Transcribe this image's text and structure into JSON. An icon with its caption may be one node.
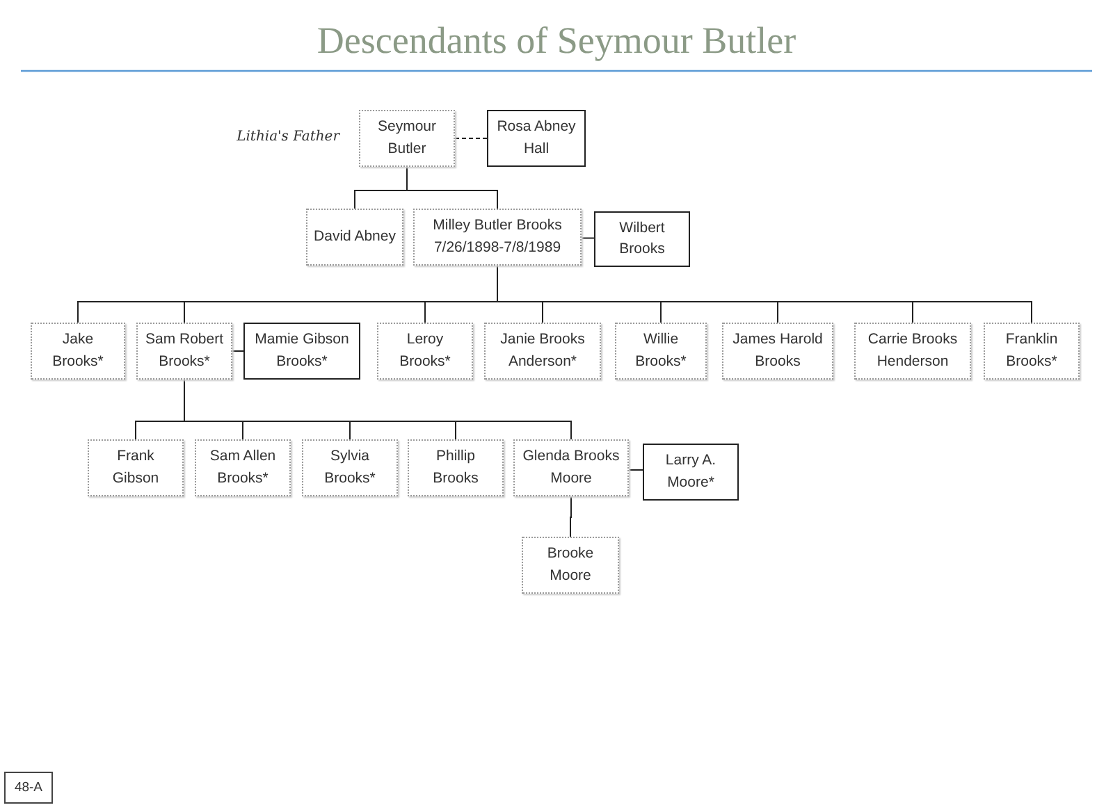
{
  "diagram": {
    "title": "Descendants of Seymour Butler",
    "nodes": [
      {
        "text": [
          "Seymour Butler"
        ],
        "beside": [
          "Lithia's Father"
        ]
      },
      {
        "text": [
          "Rosa Abney Hall"
        ]
      },
      {
        "text": [
          "David Abney"
        ]
      },
      {
        "text": [
          "Milley Butler Brooks 7/26/1898-7/8/1989"
        ]
      },
      {
        "text": [
          "Wilbert Brooks"
        ]
      },
      {
        "text": [
          "Jake Brooks*"
        ]
      },
      {
        "text": [
          "Sam Robert Brooks*"
        ]
      },
      {
        "text": [
          "Mamie Gibson Brooks*"
        ]
      },
      {
        "text": [
          "Leroy Brooks*"
        ]
      },
      {
        "text": [
          "Janie Brooks Anderson*"
        ]
      },
      {
        "text": [
          "Willie Brooks*"
        ]
      },
      {
        "text": [
          "James Harold Brooks"
        ]
      },
      {
        "text": [
          "Carrie Brooks Henderson"
        ]
      },
      {
        "text": [
          "Franklin Brooks*"
        ]
      },
      {
        "text": [
          "Frank Gibson"
        ]
      },
      {
        "text": [
          "Sam Allen Brooks*"
        ]
      },
      {
        "text": [
          "Sylvia Brooks*"
        ]
      },
      {
        "text": [
          "Phillip Brooks"
        ]
      },
      {
        "text": [
          "Glenda Brooks Moore"
        ]
      },
      {
        "text": [
          "Larry A. Moore*"
        ]
      },
      {
        "text": [
          "Brooke Moore"
        ]
      },
      {
        "text": [
          "48-A"
        ]
      }
    ],
    "edges": [
      {
        "from": 0,
        "to": 1,
        "arrow": "none",
        "style": "dashed"
      },
      {
        "from": 0,
        "to": 2,
        "arrow": "none"
      },
      {
        "from": 0,
        "to": 3,
        "arrow": "none"
      },
      {
        "from": 3,
        "to": 4,
        "arrow": "none"
      },
      {
        "from": 3,
        "to": 5,
        "arrow": "none"
      },
      {
        "from": 3,
        "to": 6,
        "arrow": "none"
      },
      {
        "from": 3,
        "to": 8,
        "arrow": "none"
      },
      {
        "from": 3,
        "to": 9,
        "arrow": "none"
      },
      {
        "from": 3,
        "to": 10,
        "arrow": "none"
      },
      {
        "from": 3,
        "to": 11,
        "arrow": "none"
      },
      {
        "from": 3,
        "to": 12,
        "arrow": "none"
      },
      {
        "from": 3,
        "to": 13,
        "arrow": "none"
      },
      {
        "from": 6,
        "to": 7,
        "arrow": "none"
      },
      {
        "from": 6,
        "to": 14,
        "arrow": "none"
      },
      {
        "from": 6,
        "to": 15,
        "arrow": "none"
      },
      {
        "from": 6,
        "to": 16,
        "arrow": "none"
      },
      {
        "from": 6,
        "to": 17,
        "arrow": "none"
      },
      {
        "from": 6,
        "to": 18,
        "arrow": "none"
      },
      {
        "from": 18,
        "to": 19,
        "arrow": "none"
      },
      {
        "from": 18,
        "to": 20,
        "arrow": "none"
      }
    ]
  }
}
